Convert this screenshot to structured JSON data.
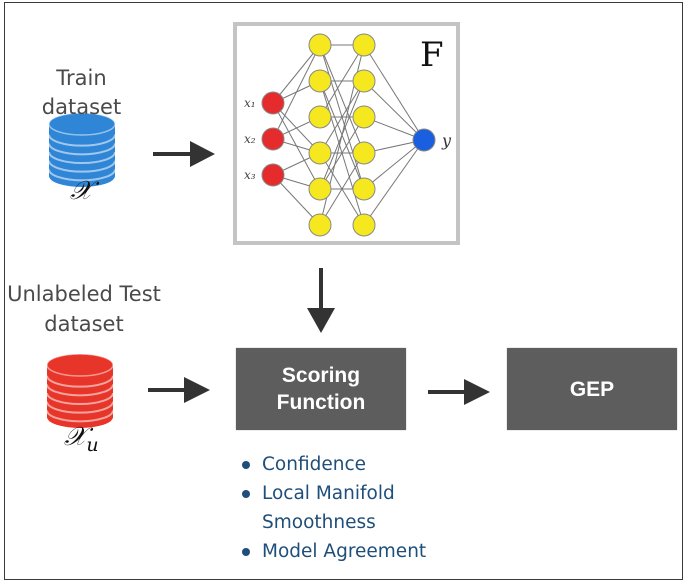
{
  "diagram": {
    "train": {
      "label": "Train dataset",
      "symbol": "𝒳",
      "color": "#2f86d6"
    },
    "test": {
      "label_line1": "Unlabeled Test",
      "label_line2": "dataset",
      "symbol": "𝒳",
      "subscript": "u",
      "color": "#e8352a"
    },
    "model": {
      "title": "F",
      "inputs": [
        "x₁",
        "x₂",
        "x₃"
      ],
      "output": "y",
      "layers": [
        3,
        6,
        6,
        1
      ],
      "input_color": "#e52b2b",
      "hidden_color": "#f6e81e",
      "output_color": "#1a5fe0"
    },
    "scoring_box": {
      "line1": "Scoring",
      "line2": "Function"
    },
    "gep_box": {
      "label": "GEP"
    },
    "scoring_methods": [
      "Confidence",
      "Local Manifold Smoothness",
      "Model Agreement"
    ],
    "scoring_methods_display": {
      "item1": "Confidence",
      "item2_line1": "Local Manifold",
      "item2_line2": "Smoothness",
      "item3": "Model Agreement"
    },
    "colors": {
      "box_fill": "#5d5d5d",
      "bullet_text": "#1f4e7a",
      "arrow": "#333333"
    }
  }
}
